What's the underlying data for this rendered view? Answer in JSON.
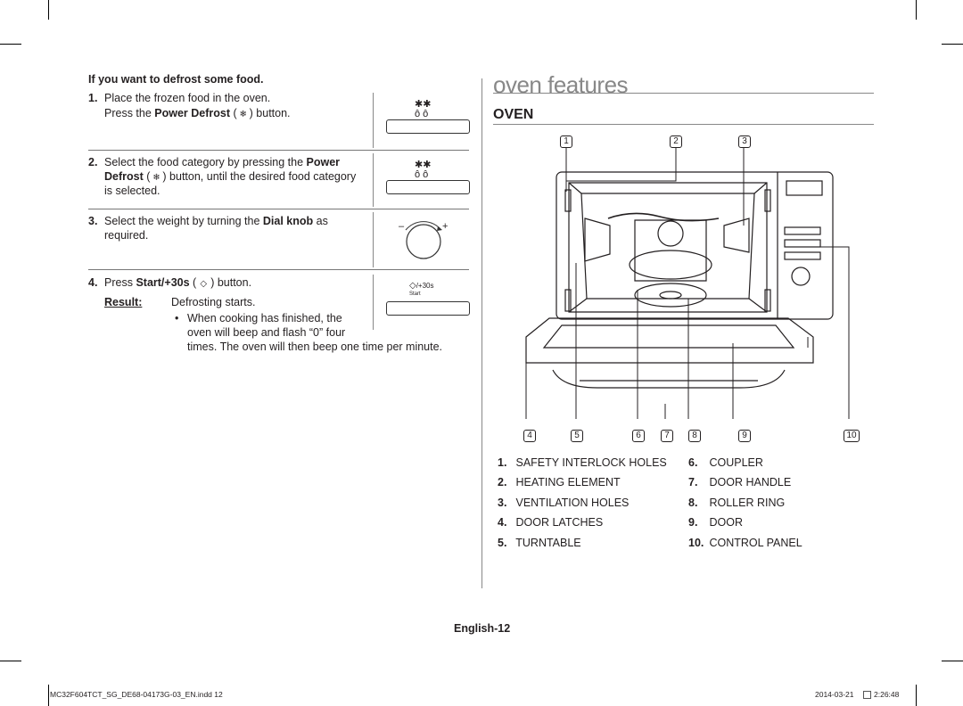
{
  "left": {
    "heading": "If you want to defrost some food.",
    "step1": {
      "num": "1.",
      "line1": "Place the frozen food in the oven.",
      "pre": "Press the ",
      "bold": "Power Defrost",
      "post": ") button.",
      "open": " ("
    },
    "step2": {
      "num": "2.",
      "pre": "Select the food category by pressing the ",
      "bold1": "Power",
      "bold2": "Defrost",
      "post": ") button, until the desired food category",
      "open": " (",
      "line3": "is selected."
    },
    "step3": {
      "num": "3.",
      "pre": "Select the weight by turning the ",
      "bold": "Dial knob",
      "post": " as",
      "line2": "required."
    },
    "step4": {
      "num": "4.",
      "pre": "Press ",
      "bold": "Start/+30s",
      "open": " (",
      "post": ") button."
    },
    "result": {
      "label": "Result:",
      "text": "Defrosting starts.",
      "bullet": "•",
      "b1": "When cooking has finished, the",
      "b2": "oven will beep and flash “0” four",
      "b3": "times. The oven will then beep one time per minute."
    },
    "panel_start": {
      "start": "Start",
      "plus30": "/+30s"
    },
    "dial": {
      "minus": "–",
      "plus": "+"
    }
  },
  "right": {
    "title": "oven features",
    "section": "OVEN",
    "callouts_top": [
      "1",
      "2",
      "3"
    ],
    "callouts_bottom": [
      "4",
      "5",
      "6",
      "7",
      "8",
      "9",
      "10"
    ],
    "legend_left": [
      {
        "num": "1.",
        "label": "SAFETY INTERLOCK HOLES"
      },
      {
        "num": "2.",
        "label": "HEATING ELEMENT"
      },
      {
        "num": "3.",
        "label": "VENTILATION HOLES"
      },
      {
        "num": "4.",
        "label": "DOOR LATCHES"
      },
      {
        "num": "5.",
        "label": "TURNTABLE"
      }
    ],
    "legend_right": [
      {
        "num": "6.",
        "label": "COUPLER"
      },
      {
        "num": "7.",
        "label": "DOOR HANDLE"
      },
      {
        "num": "8.",
        "label": "ROLLER RING"
      },
      {
        "num": "9.",
        "label": "DOOR"
      },
      {
        "num": "10.",
        "label": "CONTROL PANEL"
      }
    ]
  },
  "footer": {
    "page": "English-12",
    "file": "MC32F604TCT_SG_DE68-04173G-03_EN.indd   12",
    "date": "2014-03-21",
    "time": "2:26:48"
  }
}
